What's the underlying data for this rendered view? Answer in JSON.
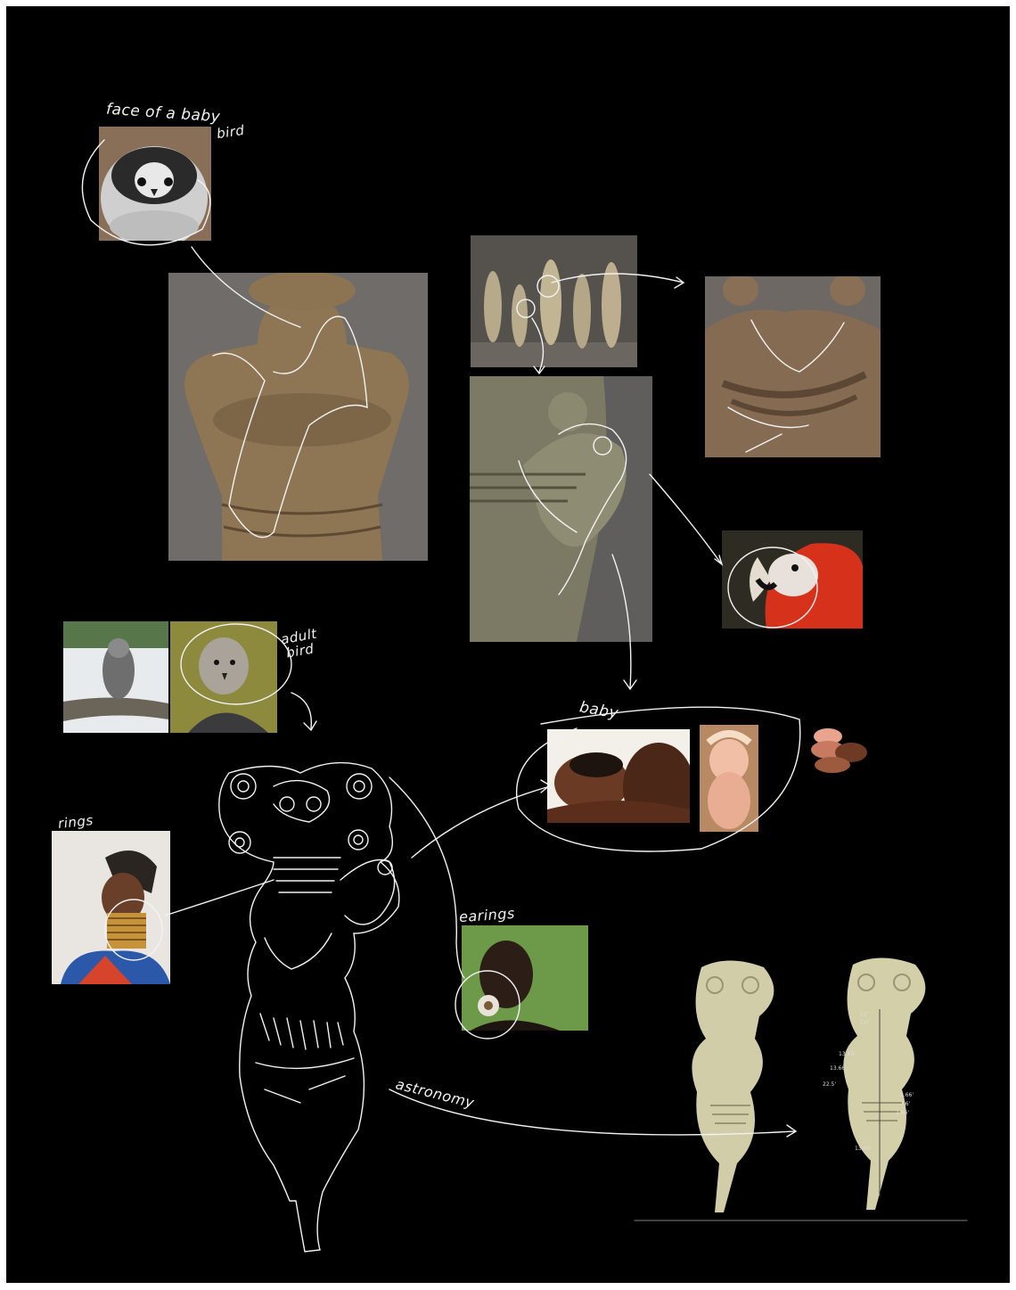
{
  "notes": {
    "baby_bird": "face of a baby",
    "baby_bird_2": "bird",
    "adult_bird": "adult",
    "adult_bird_2": "bird",
    "baby": "baby",
    "rings": "rings",
    "earrings": "earings",
    "astronomy": "astronomy"
  },
  "measurements": [
    "11'",
    "11'",
    "13.66'",
    "13.66'",
    "22.5'",
    "2.66'",
    "7.6'",
    "2.66'",
    "13.66'"
  ],
  "swatch_colors": [
    "#e8a48c",
    "#c77a60",
    "#9c5a3e",
    "#6e3a24"
  ],
  "images": [
    "baby-bird-photo",
    "figurine-hands-photo",
    "figurines-group-photo",
    "figurine-hands-closeup",
    "figurine-arm-closeup",
    "macaw-photo",
    "harpy-eagle-photo",
    "harpy-eagle-face-photo",
    "newborn-with-mother-photo",
    "newborn-photo",
    "neck-rings-woman-photo",
    "earring-woman-photo",
    "figurine-front-photo",
    "figurine-measured-photo"
  ]
}
